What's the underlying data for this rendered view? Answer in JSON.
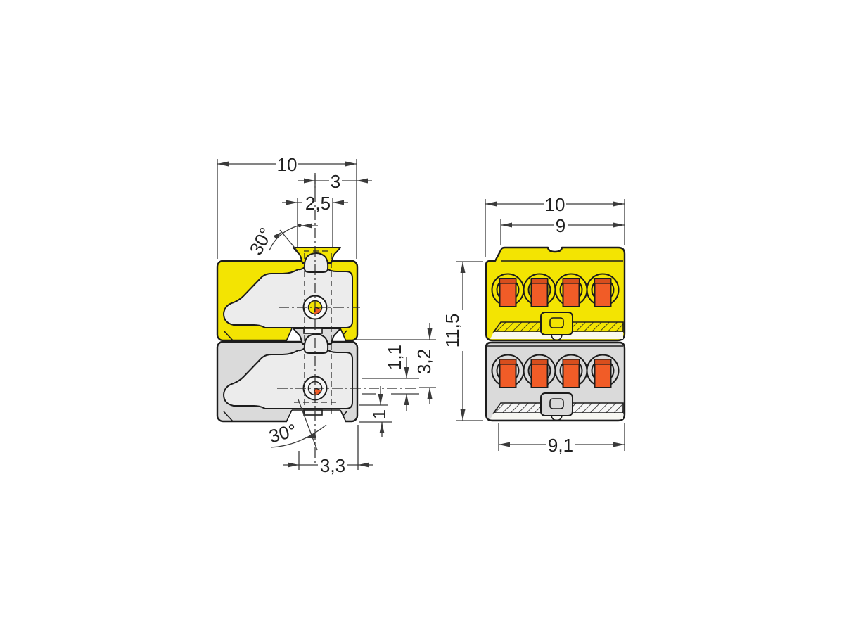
{
  "palette": {
    "yellow": "#f3e402",
    "gray_body": "#dadada",
    "cavity_gray": "#ececec",
    "orange": "#f15c27",
    "orange_dark": "#d84e1d",
    "outline": "#1c1c1c",
    "dimension_lines": "#3a3a3a",
    "background": "#ffffff"
  },
  "side_view": {
    "dim_overall_width": "10",
    "dim_right_offset": "3",
    "dim_opening_width": "2,5",
    "dim_angle_top": "30°",
    "dim_angle_bottom": "30°",
    "dim_bottom_offset": "3,3",
    "dim_latch_1_1": "1,1",
    "dim_latch_3_2": "3,2",
    "dim_latch_1": "1"
  },
  "front_view": {
    "dim_overall_width": "10",
    "dim_pole_span": "9",
    "dim_height": "11,5",
    "dim_bottom_width": "9,1"
  }
}
